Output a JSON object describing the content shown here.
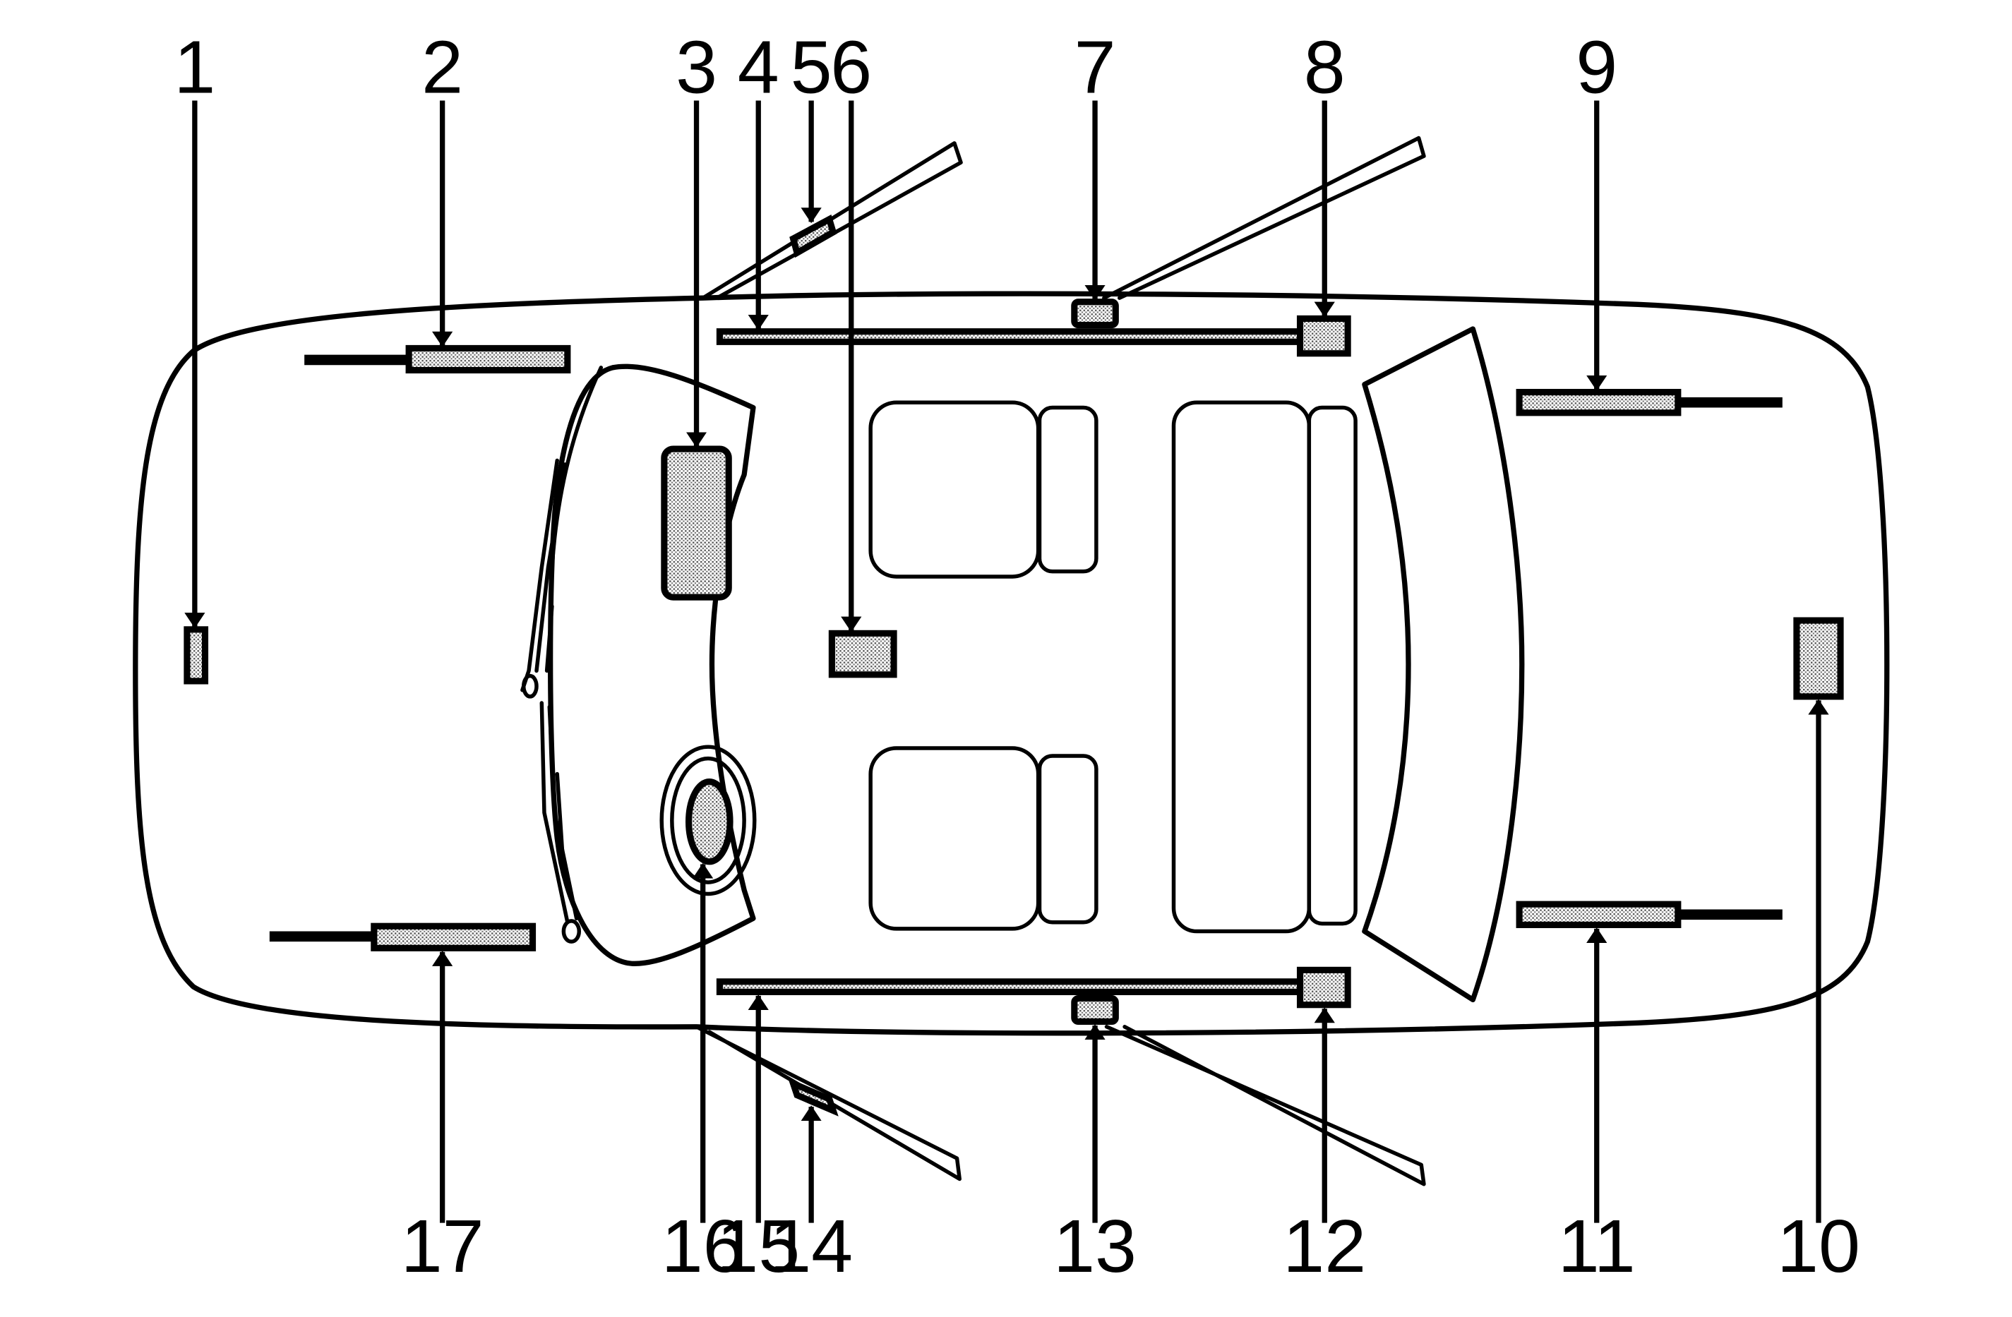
{
  "diagram": {
    "callouts": [
      {
        "id": "1",
        "label": "1"
      },
      {
        "id": "2",
        "label": "2"
      },
      {
        "id": "3",
        "label": "3"
      },
      {
        "id": "4",
        "label": "4"
      },
      {
        "id": "5",
        "label": "5"
      },
      {
        "id": "6",
        "label": "6"
      },
      {
        "id": "7",
        "label": "7"
      },
      {
        "id": "8",
        "label": "8"
      },
      {
        "id": "9",
        "label": "9"
      },
      {
        "id": "10",
        "label": "10"
      },
      {
        "id": "11",
        "label": "11"
      },
      {
        "id": "12",
        "label": "12"
      },
      {
        "id": "13",
        "label": "13"
      },
      {
        "id": "14",
        "label": "14"
      },
      {
        "id": "15",
        "label": "15"
      },
      {
        "id": "16",
        "label": "16"
      },
      {
        "id": "17",
        "label": "17"
      }
    ],
    "colors": {
      "line": "#000000",
      "background": "#ffffff",
      "fill_pattern": "stipple"
    }
  }
}
